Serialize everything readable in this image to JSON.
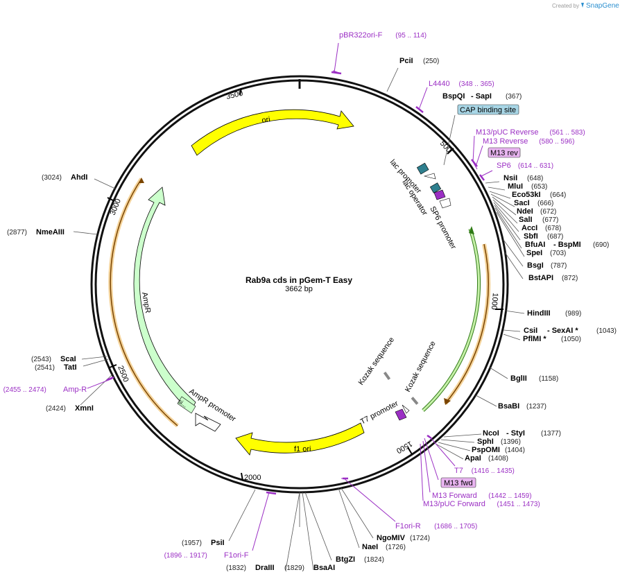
{
  "header": {
    "credit": "Created by",
    "brand": "SnapGene"
  },
  "plasmid": {
    "name": "Rab9a cds in pGem-T Easy",
    "size_label": "3662 bp",
    "length": 3662
  },
  "ticks": [
    "500",
    "1000",
    "1500",
    "2000",
    "2500",
    "3000",
    "3500"
  ],
  "enzymes": [
    {
      "name": "PciI",
      "pos": "(250)"
    },
    {
      "name": "BspQI",
      "extra": "- SapI",
      "pos": "(367)"
    },
    {
      "name": "NsiI",
      "pos": "(648)"
    },
    {
      "name": "MluI",
      "pos": "(653)"
    },
    {
      "name": "Eco53kI",
      "pos": "(664)"
    },
    {
      "name": "SacI",
      "pos": "(666)"
    },
    {
      "name": "NdeI",
      "pos": "(672)"
    },
    {
      "name": "SalI",
      "pos": "(677)"
    },
    {
      "name": "AccI",
      "pos": "(678)"
    },
    {
      "name": "SbfI",
      "pos": "(687)"
    },
    {
      "name": "BfuAI",
      "extra": "- BspMI",
      "pos": "(690)"
    },
    {
      "name": "SpeI",
      "pos": "(703)"
    },
    {
      "name": "BsgI",
      "pos": "(787)"
    },
    {
      "name": "BstAPI",
      "pos": "(872)"
    },
    {
      "name": "HindIII",
      "pos": "(989)"
    },
    {
      "name": "CsiI",
      "extra": "- SexAI *",
      "pos": "(1043)"
    },
    {
      "name": "PflMI *",
      "pos": "(1050)"
    },
    {
      "name": "BglII",
      "pos": "(1158)"
    },
    {
      "name": "BsaBI",
      "pos": "(1237)"
    },
    {
      "name": "NcoI",
      "extra": "- StyI",
      "pos": "(1377)"
    },
    {
      "name": "SphI",
      "pos": "(1396)"
    },
    {
      "name": "PspOMI",
      "pos": "(1404)"
    },
    {
      "name": "ApaI",
      "pos": "(1408)"
    },
    {
      "name": "NgoMIV",
      "pos": "(1724)"
    },
    {
      "name": "NaeI",
      "pos": "(1726)"
    },
    {
      "name": "BtgZI",
      "pos": "(1824)"
    },
    {
      "name": "BsaAI",
      "pos": "(1829)"
    },
    {
      "name": "DraIII",
      "pos": "(1832)"
    },
    {
      "name": "PsiI",
      "pos": "(1957)"
    },
    {
      "name": "XmnI",
      "pos": "(2424)"
    },
    {
      "name": "TatI",
      "pos": "(2541)"
    },
    {
      "name": "ScaI",
      "pos": "(2543)"
    },
    {
      "name": "NmeAIII",
      "pos": "(2877)"
    },
    {
      "name": "AhdI",
      "pos": "(3024)"
    }
  ],
  "primers": [
    {
      "name": "pBR322ori-F",
      "range": "(95 .. 114)"
    },
    {
      "name": "L4440",
      "range": "(348 .. 365)"
    },
    {
      "name": "M13/pUC Reverse",
      "range": "(561 .. 583)"
    },
    {
      "name": "M13 Reverse",
      "range": "(580 .. 596)"
    },
    {
      "name": "SP6",
      "range": "(614 .. 631)"
    },
    {
      "name": "T7",
      "range": "(1416 .. 1435)"
    },
    {
      "name": "M13 Forward",
      "range": "(1442 .. 1459)"
    },
    {
      "name": "M13/pUC Forward",
      "range": "(1451 .. 1473)"
    },
    {
      "name": "F1ori-R",
      "range": "(1686 .. 1705)"
    },
    {
      "name": "F1ori-F",
      "range": "(1896 .. 1917)"
    },
    {
      "name": "Amp-R",
      "range": "(2455 .. 2474)"
    }
  ],
  "boxed_labels": {
    "cap": "CAP binding site",
    "m13rev": "M13 rev",
    "m13fwd": "M13 fwd"
  },
  "features": {
    "ori": "ori",
    "f1ori": "f1 ori",
    "ampr": "AmpR",
    "ampr_promoter": "AmpR promoter",
    "amp_sig": "si...",
    "lac_promoter": "lac promoter",
    "lac_operator": "lac operator",
    "sp6_promoter": "SP6 promoter",
    "t7_promoter": "T7 promoter",
    "kozak1": "Kozak sequence",
    "kozak2": "Kozak sequence"
  },
  "colors": {
    "ori": "#ffff00",
    "f1ori": "#ffff00",
    "ampr": "#ccffcc",
    "insert": "#66cc33",
    "orange": "#f4a842",
    "primer": "#9b2fc4",
    "cap": "#a8d6e6",
    "m13box": "#e8b4f0"
  }
}
